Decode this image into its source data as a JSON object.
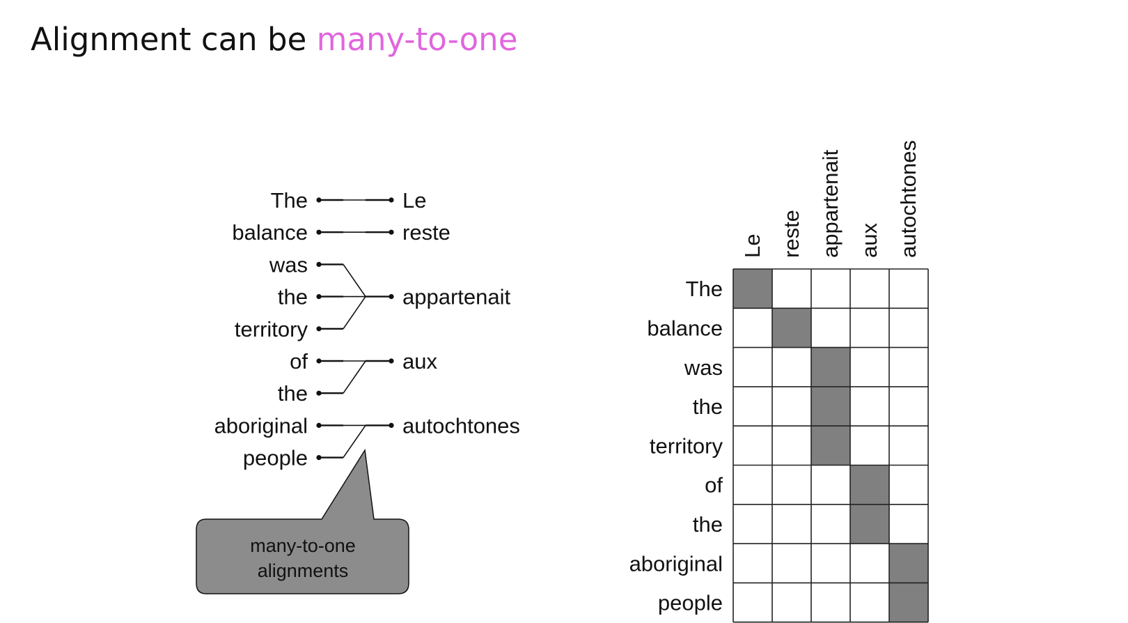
{
  "title": {
    "prefix": "Alignment can be ",
    "highlight": "many-to-one",
    "highlight_color": "#e066dd"
  },
  "english_words": [
    "The",
    "balance",
    "was",
    "the",
    "territory",
    "of",
    "the",
    "aboriginal",
    "people"
  ],
  "french_words": [
    "Le",
    "reste",
    "appartenait",
    "aux",
    "autochtones"
  ],
  "alignments": [
    {
      "en": 0,
      "fr": 0
    },
    {
      "en": 1,
      "fr": 1
    },
    {
      "en": 2,
      "fr": 2
    },
    {
      "en": 3,
      "fr": 2
    },
    {
      "en": 4,
      "fr": 2
    },
    {
      "en": 5,
      "fr": 3
    },
    {
      "en": 6,
      "fr": 3
    },
    {
      "en": 7,
      "fr": 4
    },
    {
      "en": 8,
      "fr": 4
    }
  ],
  "callout": {
    "line1": "many-to-one",
    "line2": "alignments",
    "fill": "#8c8c8c"
  },
  "matrix": {
    "rows": [
      "The",
      "balance",
      "was",
      "the",
      "territory",
      "of",
      "the",
      "aboriginal",
      "people"
    ],
    "cols": [
      "Le",
      "reste",
      "appartenait",
      "aux",
      "autochtones"
    ],
    "filled_color": "#808080"
  }
}
